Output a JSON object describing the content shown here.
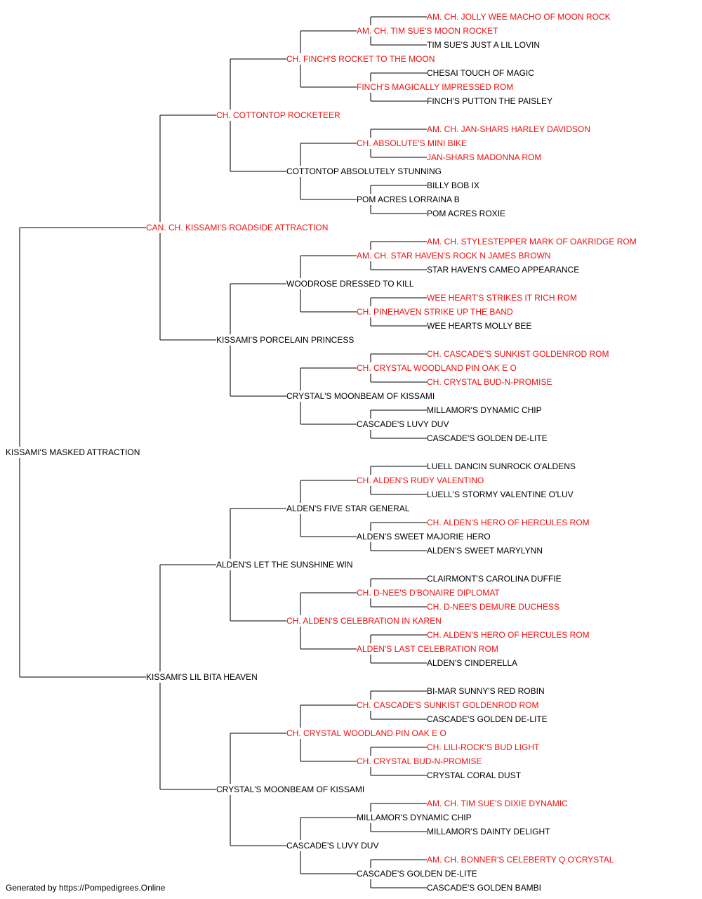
{
  "pedigree": {
    "name": "KISSAMI'S MASKED ATTRACTION",
    "ch": false,
    "sire": {
      "name": "CAN. CH. KISSAMI'S ROADSIDE ATTRACTION",
      "ch": true,
      "sire": {
        "name": "CH. COTTONTOP ROCKETEER",
        "ch": true,
        "sire": {
          "name": "CH. FINCH'S ROCKET TO THE MOON",
          "ch": true,
          "sire": {
            "name": "AM. CH. TIM SUE'S MOON ROCKET",
            "ch": true,
            "sire": {
              "name": "AM. CH. JOLLY WEE MACHO OF MOON ROCK",
              "ch": true
            },
            "dam": {
              "name": "TIM SUE'S JUST A LIL LOVIN",
              "ch": false
            }
          },
          "dam": {
            "name": "FINCH'S MAGICALLY IMPRESSED ROM",
            "ch": true,
            "sire": {
              "name": "CHESAI TOUCH OF MAGIC",
              "ch": false
            },
            "dam": {
              "name": "FINCH'S PUTTON THE PAISLEY",
              "ch": false
            }
          }
        },
        "dam": {
          "name": "COTTONTOP ABSOLUTELY STUNNING",
          "ch": false,
          "sire": {
            "name": "CH. ABSOLUTE'S MINI BIKE",
            "ch": true,
            "sire": {
              "name": "AM. CH. JAN-SHARS HARLEY DAVIDSON",
              "ch": true
            },
            "dam": {
              "name": "JAN-SHARS MADONNA ROM",
              "ch": true
            }
          },
          "dam": {
            "name": "POM ACRES LORRAINA B",
            "ch": false,
            "sire": {
              "name": "BILLY BOB IX",
              "ch": false
            },
            "dam": {
              "name": "POM ACRES ROXIE",
              "ch": false
            }
          }
        }
      },
      "dam": {
        "name": "KISSAMI'S PORCELAIN PRINCESS",
        "ch": false,
        "sire": {
          "name": "WOODROSE DRESSED TO KILL",
          "ch": false,
          "sire": {
            "name": "AM. CH. STAR HAVEN'S ROCK N JAMES BROWN",
            "ch": true,
            "sire": {
              "name": "AM. CH. STYLESTEPPER MARK OF OAKRIDGE ROM",
              "ch": true
            },
            "dam": {
              "name": "STAR HAVEN'S CAMEO APPEARANCE",
              "ch": false
            }
          },
          "dam": {
            "name": "CH. PINEHAVEN STRIKE UP THE BAND",
            "ch": true,
            "sire": {
              "name": "WEE HEART'S STRIKES IT RICH ROM",
              "ch": true
            },
            "dam": {
              "name": "WEE HEARTS MOLLY BEE",
              "ch": false
            }
          }
        },
        "dam": {
          "name": "CRYSTAL'S MOONBEAM OF KISSAMI",
          "ch": false,
          "sire": {
            "name": "CH. CRYSTAL WOODLAND PIN OAK E O",
            "ch": true,
            "sire": {
              "name": "CH. CASCADE'S SUNKIST GOLDENROD ROM",
              "ch": true
            },
            "dam": {
              "name": "CH. CRYSTAL BUD-N-PROMISE",
              "ch": true
            }
          },
          "dam": {
            "name": "CASCADE'S LUVY DUV",
            "ch": false,
            "sire": {
              "name": "MILLAMOR'S DYNAMIC CHIP",
              "ch": false
            },
            "dam": {
              "name": "CASCADE'S GOLDEN DE-LITE",
              "ch": false
            }
          }
        }
      }
    },
    "dam": {
      "name": "KISSAMI'S LIL BITA HEAVEN",
      "ch": false,
      "sire": {
        "name": "ALDEN'S LET THE SUNSHINE WIN",
        "ch": false,
        "sire": {
          "name": "ALDEN'S FIVE STAR GENERAL",
          "ch": false,
          "sire": {
            "name": "CH. ALDEN'S RUDY VALENTINO",
            "ch": true,
            "sire": {
              "name": "LUELL DANCIN SUNROCK O'ALDENS",
              "ch": false
            },
            "dam": {
              "name": "LUELL'S STORMY VALENTINE O'LUV",
              "ch": false
            }
          },
          "dam": {
            "name": "ALDEN'S SWEET MAJORIE HERO",
            "ch": false,
            "sire": {
              "name": "CH. ALDEN'S HERO OF HERCULES ROM",
              "ch": true
            },
            "dam": {
              "name": "ALDEN'S SWEET MARYLYNN",
              "ch": false
            }
          }
        },
        "dam": {
          "name": "CH. ALDEN'S CELEBRATION IN KAREN",
          "ch": true,
          "sire": {
            "name": "CH. D-NEE'S D'BONAIRE DIPLOMAT",
            "ch": true,
            "sire": {
              "name": "CLAIRMONT'S CAROLINA DUFFIE",
              "ch": false
            },
            "dam": {
              "name": "CH. D-NEE'S DEMURE DUCHESS",
              "ch": true
            }
          },
          "dam": {
            "name": "ALDEN'S LAST CELEBRATION ROM",
            "ch": true,
            "sire": {
              "name": "CH. ALDEN'S HERO OF HERCULES ROM",
              "ch": true
            },
            "dam": {
              "name": "ALDEN'S CINDERELLA",
              "ch": false
            }
          }
        }
      },
      "dam": {
        "name": "CRYSTAL'S MOONBEAM OF KISSAMI",
        "ch": false,
        "sire": {
          "name": "CH. CRYSTAL WOODLAND PIN OAK E O",
          "ch": true,
          "sire": {
            "name": "CH. CASCADE'S SUNKIST GOLDENROD ROM",
            "ch": true,
            "sire": {
              "name": "BI-MAR SUNNY'S RED ROBIN",
              "ch": false
            },
            "dam": {
              "name": "CASCADE'S GOLDEN DE-LITE",
              "ch": false
            }
          },
          "dam": {
            "name": "CH. CRYSTAL BUD-N-PROMISE",
            "ch": true,
            "sire": {
              "name": "CH. LILI-ROCK'S BUD LIGHT",
              "ch": true
            },
            "dam": {
              "name": "CRYSTAL CORAL DUST",
              "ch": false
            }
          }
        },
        "dam": {
          "name": "CASCADE'S LUVY DUV",
          "ch": false,
          "sire": {
            "name": "MILLAMOR'S DYNAMIC CHIP",
            "ch": false,
            "sire": {
              "name": "AM. CH. TIM SUE'S DIXIE DYNAMIC",
              "ch": true
            },
            "dam": {
              "name": "MILLAMOR'S DAINTY DELIGHT",
              "ch": false
            }
          },
          "dam": {
            "name": "CASCADE'S GOLDEN DE-LITE",
            "ch": false,
            "sire": {
              "name": "AM. CH. BONNER'S CELEBERTY Q O'CRYSTAL",
              "ch": true
            },
            "dam": {
              "name": "CASCADE'S GOLDEN BAMBI",
              "ch": false
            }
          }
        }
      }
    }
  },
  "footer": "Generated by https://Pompedigrees.Online",
  "colors": {
    "champion": "#ee1111",
    "plain": "#000000",
    "line": "#333333"
  }
}
